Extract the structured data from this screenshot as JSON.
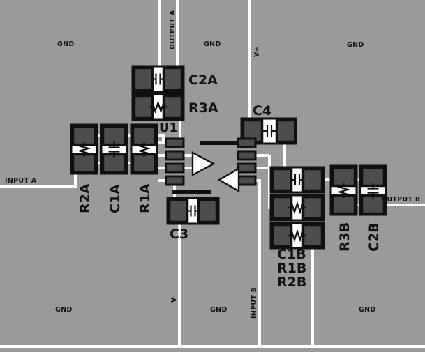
{
  "board": {
    "colors": {
      "bg": "#9a9a9a",
      "trace": "#ffffff",
      "pad": "#4d4d4d",
      "outline": "#101010",
      "symbg": "#ffffff",
      "text": "#111111"
    }
  },
  "components": {
    "u1": "U1",
    "c2a": "C2A",
    "r3a": "R3A",
    "c4": "C4",
    "c3": "C3",
    "r2a": "R2A",
    "c1a": "C1A",
    "r1a": "R1A",
    "c1b": "C1B",
    "r1b": "R1B",
    "r2b": "R2B",
    "r3b": "R3B",
    "c2b": "C2B"
  },
  "nets": {
    "output_a": "OUTPUT A",
    "v_plus": "V+",
    "input_a": "INPUT A",
    "v_minus": "V-",
    "input_b": "INPUT B",
    "output_b": "OUTPUT B",
    "gnd": "GND"
  }
}
